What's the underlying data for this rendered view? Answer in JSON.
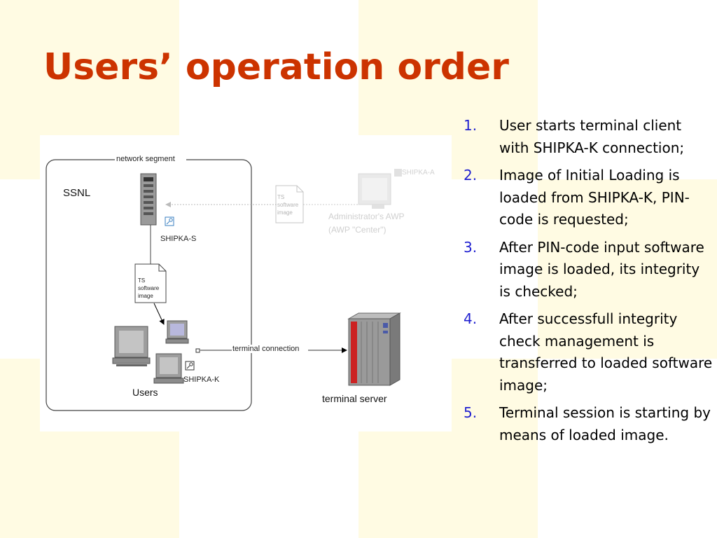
{
  "slide": {
    "title": "Users’ operation order"
  },
  "diagram": {
    "segment_label": "network segment",
    "ssnl_label": "SSNL",
    "shipka_s_label": "SHIPKA-S",
    "doc_label_lines": [
      "TS",
      "software",
      "image"
    ],
    "faded_doc_label_lines": [
      "TS",
      "software",
      "image"
    ],
    "shipka_a_label": "SHIPKA-A",
    "admin_awp_line1": "Administrator's AWP",
    "admin_awp_line2": "(AWP \"Center\")",
    "users_label": "Users",
    "shipka_k_label": "SHIPKA-K",
    "terminal_connection_label": "terminal connection",
    "terminal_server_label": "terminal server"
  },
  "steps": [
    {
      "num": "1.",
      "text": "User starts terminal client with SHIPKA-K connection;"
    },
    {
      "num": "2.",
      "text": "Image of Initial Loading is loaded from SHIPKA-K, PIN-code is requested;"
    },
    {
      "num": "3.",
      "text": "After PIN-code input software image is loaded, its integrity is checked;"
    },
    {
      "num": "4.",
      "text": "After successfull integrity check management is transferred to loaded software image;"
    },
    {
      "num": "5.",
      "text": "Terminal session is starting by means of loaded image."
    }
  ],
  "colors": {
    "title": "#cc3300",
    "step_number": "#1f1fd0",
    "background_tint": "#fffbe3",
    "server_red": "#cc2222"
  },
  "icons": [
    "server-tower-icon",
    "key-icon",
    "document-icon",
    "monitor-icon",
    "terminal-server-icon"
  ]
}
